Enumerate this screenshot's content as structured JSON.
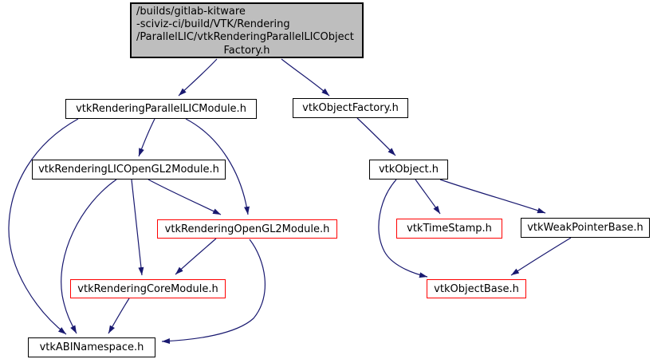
{
  "graph": {
    "type": "doxygen-include-dependency-graph",
    "background_color": "#ffffff",
    "edge_color": "#191970",
    "node_border_color": "#000000",
    "truncated_node_border_color": "#ff0000",
    "root_fill_color": "#bebebe",
    "root": {
      "lines": [
        "/builds/gitlab-kitware",
        "-sciviz-ci/build/VTK/Rendering",
        "/ParallelLIC/vtkRenderingParallelLICObject",
        "Factory.h"
      ],
      "full_label": "/builds/gitlab-kitware-sciviz-ci/build/VTK/Rendering/ParallelLIC/vtkRenderingParallelLICObjectFactory.h"
    },
    "nodes": [
      {
        "id": "vtkRenderingParallelLICModule",
        "label": "vtkRenderingParallelLICModule.h",
        "style": "normal"
      },
      {
        "id": "vtkObjectFactory",
        "label": "vtkObjectFactory.h",
        "style": "normal"
      },
      {
        "id": "vtkRenderingLICOpenGL2Module",
        "label": "vtkRenderingLICOpenGL2Module.h",
        "style": "normal"
      },
      {
        "id": "vtkObject",
        "label": "vtkObject.h",
        "style": "normal"
      },
      {
        "id": "vtkRenderingOpenGL2Module",
        "label": "vtkRenderingOpenGL2Module.h",
        "style": "truncated-red"
      },
      {
        "id": "vtkTimeStamp",
        "label": "vtkTimeStamp.h",
        "style": "truncated-red"
      },
      {
        "id": "vtkWeakPointerBase",
        "label": "vtkWeakPointerBase.h",
        "style": "normal"
      },
      {
        "id": "vtkRenderingCoreModule",
        "label": "vtkRenderingCoreModule.h",
        "style": "truncated-red"
      },
      {
        "id": "vtkObjectBase",
        "label": "vtkObjectBase.h",
        "style": "truncated-red"
      },
      {
        "id": "vtkABINamespace",
        "label": "vtkABINamespace.h",
        "style": "normal"
      }
    ],
    "edges": [
      {
        "from": "root",
        "to": "vtkRenderingParallelLICModule"
      },
      {
        "from": "root",
        "to": "vtkObjectFactory"
      },
      {
        "from": "vtkRenderingParallelLICModule",
        "to": "vtkRenderingLICOpenGL2Module"
      },
      {
        "from": "vtkRenderingParallelLICModule",
        "to": "vtkRenderingOpenGL2Module"
      },
      {
        "from": "vtkRenderingParallelLICModule",
        "to": "vtkABINamespace"
      },
      {
        "from": "vtkRenderingLICOpenGL2Module",
        "to": "vtkRenderingOpenGL2Module"
      },
      {
        "from": "vtkRenderingLICOpenGL2Module",
        "to": "vtkRenderingCoreModule"
      },
      {
        "from": "vtkRenderingLICOpenGL2Module",
        "to": "vtkABINamespace"
      },
      {
        "from": "vtkRenderingOpenGL2Module",
        "to": "vtkRenderingCoreModule"
      },
      {
        "from": "vtkRenderingOpenGL2Module",
        "to": "vtkABINamespace"
      },
      {
        "from": "vtkRenderingCoreModule",
        "to": "vtkABINamespace"
      },
      {
        "from": "vtkObjectFactory",
        "to": "vtkObject"
      },
      {
        "from": "vtkObject",
        "to": "vtkTimeStamp"
      },
      {
        "from": "vtkObject",
        "to": "vtkWeakPointerBase"
      },
      {
        "from": "vtkObject",
        "to": "vtkObjectBase"
      },
      {
        "from": "vtkWeakPointerBase",
        "to": "vtkObjectBase"
      }
    ]
  }
}
